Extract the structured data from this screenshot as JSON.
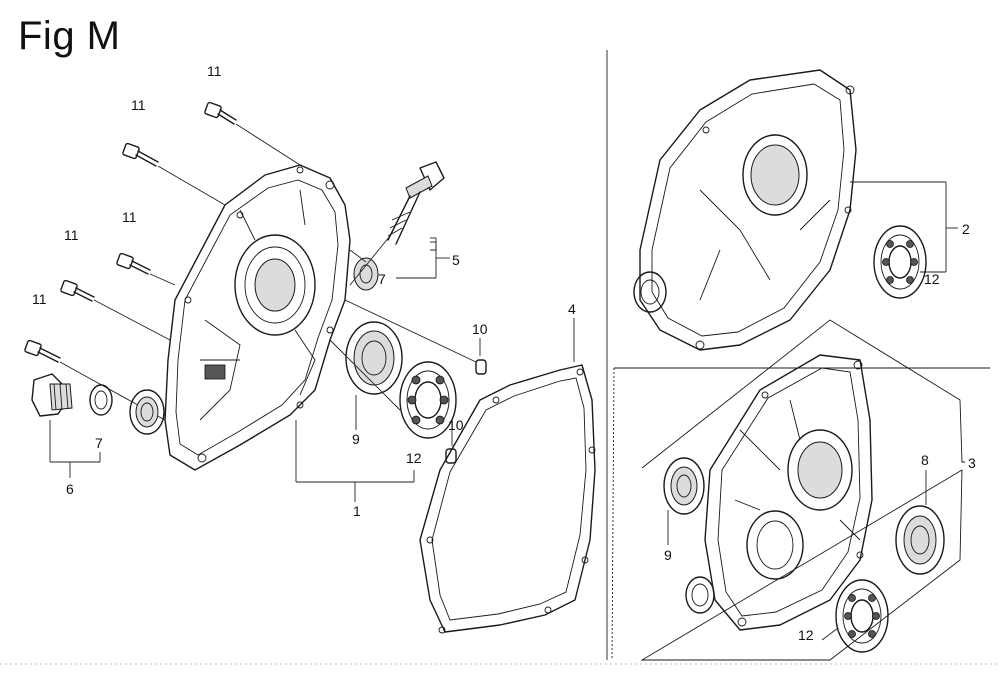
{
  "figure": {
    "title": "Fig M"
  },
  "callouts": {
    "c1": "1",
    "c2": "2",
    "c3": "3",
    "c4": "4",
    "c5": "5",
    "c6": "6",
    "c7a": "7",
    "c7b": "7",
    "c8": "8",
    "c9a": "9",
    "c9b": "9",
    "c10a": "10",
    "c10b": "10",
    "c11a": "11",
    "c11b": "11",
    "c11c": "11",
    "c11d": "11",
    "c11e": "11",
    "c12a": "12",
    "c12b": "12",
    "c12c": "12"
  }
}
